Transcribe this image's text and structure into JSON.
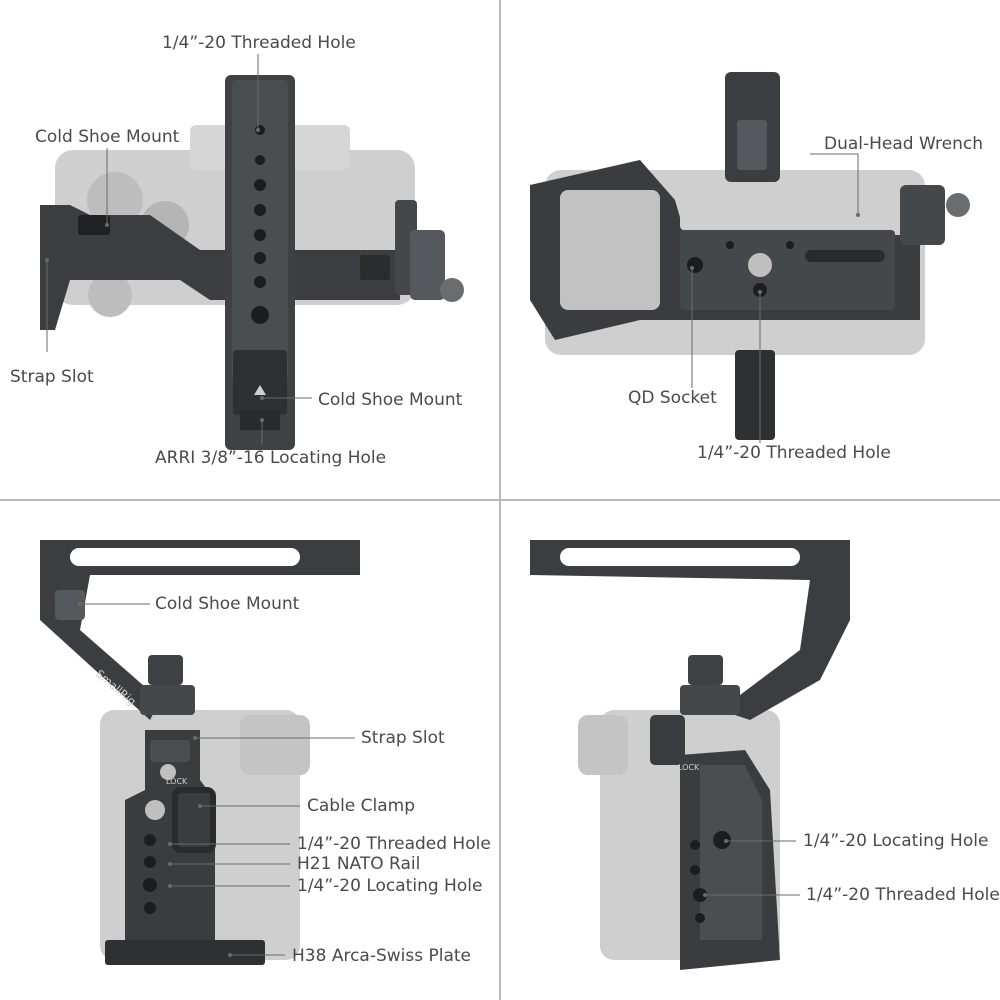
{
  "panels": {
    "top_left": {
      "labels": {
        "threaded_hole": "1/4”-20 Threaded Hole",
        "cold_shoe_1": "Cold Shoe Mount",
        "strap_slot": "Strap Slot",
        "cold_shoe_2": "Cold Shoe Mount",
        "arri": "ARRI 3/8”-16 Locating Hole"
      }
    },
    "top_right": {
      "labels": {
        "wrench": "Dual-Head Wrench",
        "qd_socket": "QD Socket",
        "threaded_hole": "1/4”-20 Threaded Hole"
      }
    },
    "bottom_left": {
      "labels": {
        "cold_shoe": "Cold Shoe Mount",
        "strap_slot": "Strap Slot",
        "cable_clamp": "Cable Clamp",
        "threaded_hole": "1/4”-20 Threaded Hole",
        "nato_rail": "H21 NATO Rail",
        "locating_hole": "1/4”-20 Locating Hole",
        "arca_plate": "H38 Arca-Swiss Plate"
      },
      "brand": "SmallRig",
      "lock_text": "LOCK"
    },
    "bottom_right": {
      "labels": {
        "locating_hole": "1/4”-20 Locating Hole",
        "threaded_hole": "1/4”-20 Threaded Hole"
      },
      "lock_text": "LOCK"
    }
  },
  "colors": {
    "metal_dark": "#3b3d40",
    "metal_mid": "#55585c",
    "camera_gray": "#c9c9c9",
    "callout_line": "#6a6a6a",
    "divider": "#b8b8b8"
  }
}
